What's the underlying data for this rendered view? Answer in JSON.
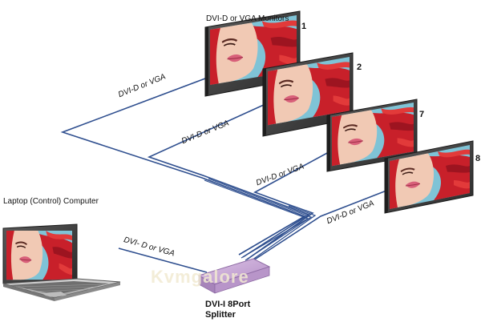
{
  "labels": {
    "monitors_title": "DVI-D or VGA Monitors",
    "laptop_title": "Laptop (Control) Computer",
    "splitter_line1": "DVI-I 8Port",
    "splitter_line2": "Splitter",
    "cable_m1": "DVI-D or VGA",
    "cable_m2": "DVI-D or VGA",
    "cable_m7": "DVI-D or VGA",
    "cable_m8": "DVI-D or VGA",
    "cable_laptop": "DVI- D or VGA"
  },
  "monitors": [
    {
      "number": "1"
    },
    {
      "number": "2"
    },
    {
      "number": "7"
    },
    {
      "number": "8"
    }
  ],
  "watermark": "Kvmgalore",
  "colors": {
    "cable": "#2f4f8f",
    "bezel": "#3a3a3a",
    "screen_bg": "#7fc3d6",
    "hair": "#c8202a",
    "skin": "#f1c9b4",
    "splitter": "#c7a6d6"
  }
}
